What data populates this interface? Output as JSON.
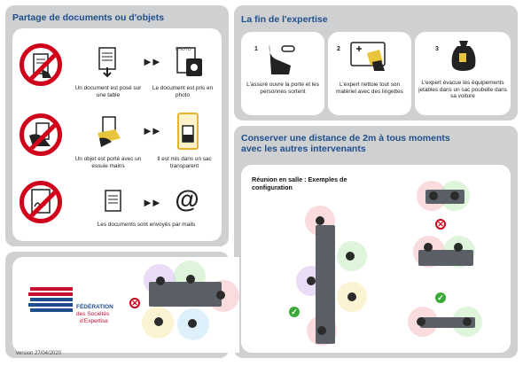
{
  "sharing": {
    "title": "Partage de documents ou d'objets",
    "rows": [
      {
        "left_caption": "Un document est posé sur une table",
        "right_caption": "Le document est pris en photo",
        "photo_label": "PHOTO"
      },
      {
        "left_caption": "Un objet est porté avec un essuie mains",
        "right_caption": "Il est mis dans un sac transparent"
      },
      {
        "single_caption": "Les documents sont envoyés par mails"
      }
    ]
  },
  "end": {
    "title": "La fin de l'expertise",
    "steps": [
      {
        "number": "1",
        "caption": "L'assuré ouvre la porte et les personnes sortent"
      },
      {
        "number": "2",
        "caption": "L'expert nettoie tout son matériel avec des lingettes"
      },
      {
        "number": "3",
        "caption": "L'expert évacue les équipements jetables dans un sac poubelle dans sa voiture"
      }
    ]
  },
  "distance": {
    "title": "Conserver une distance de 2m à tous moments avec les autres intervenants",
    "subtitle": "Réunion en salle : Exemples de configuration"
  },
  "logo": {
    "line1": "FÉDÉRATION",
    "line2": "des Sociétés",
    "line3": "d'Expertise"
  },
  "footer": {
    "version": "version 27/04/2020"
  },
  "colors": {
    "title_blue": "#1f4e8c",
    "panel_gray": "#cfd0d2",
    "forbidden_red": "#d0021b",
    "ok_green": "#3aa935",
    "logo_red": "#c8102e",
    "logo_blue": "#1f4e8c"
  },
  "icons": [
    "forbidden-icon",
    "document-icon",
    "arrow-icon",
    "camera-icon",
    "hand-icon",
    "bag-icon",
    "email-icon",
    "door-icon",
    "cleaning-icon",
    "trash-bag-icon",
    "checkmark-icon",
    "cross-icon"
  ]
}
